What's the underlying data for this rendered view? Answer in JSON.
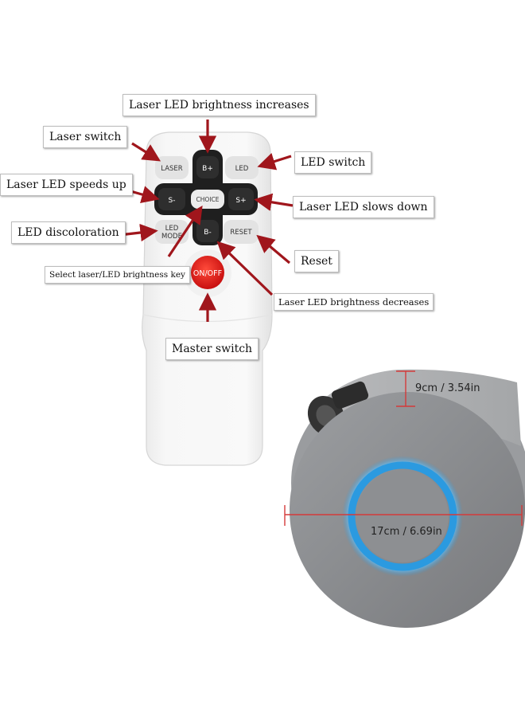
{
  "remote": {
    "keys": {
      "laser": "LASER",
      "b_plus": "B+",
      "led": "LED",
      "s_minus": "S-",
      "choice": "CHOICE",
      "s_plus": "S+",
      "led_mode_1": "LED",
      "led_mode_2": "MODE",
      "b_minus": "B-",
      "reset": "RESET",
      "on_off": "ON/OFF"
    },
    "callouts": {
      "brightness_up": "Laser LED brightness increases",
      "laser_switch": "Laser switch",
      "led_switch": "LED switch",
      "speeds_up": "Laser LED speeds up",
      "slows_down": "Laser LED slows down",
      "discoloration": "LED discoloration",
      "reset": "Reset",
      "select_key": "Select laser/LED brightness key",
      "brightness_down": "Laser LED brightness decreases",
      "master_switch": "Master switch"
    }
  },
  "device": {
    "height_label": "9cm / 3.54in",
    "diameter_label": "17cm / 6.69in"
  },
  "colors": {
    "arrow": "#a0161c",
    "dimension": "#d43a3a",
    "ring": "#2b9ae0",
    "power_button": "#e21b1b",
    "dark_keypad": "#1f1f1f",
    "housing": "#8b8d90"
  }
}
